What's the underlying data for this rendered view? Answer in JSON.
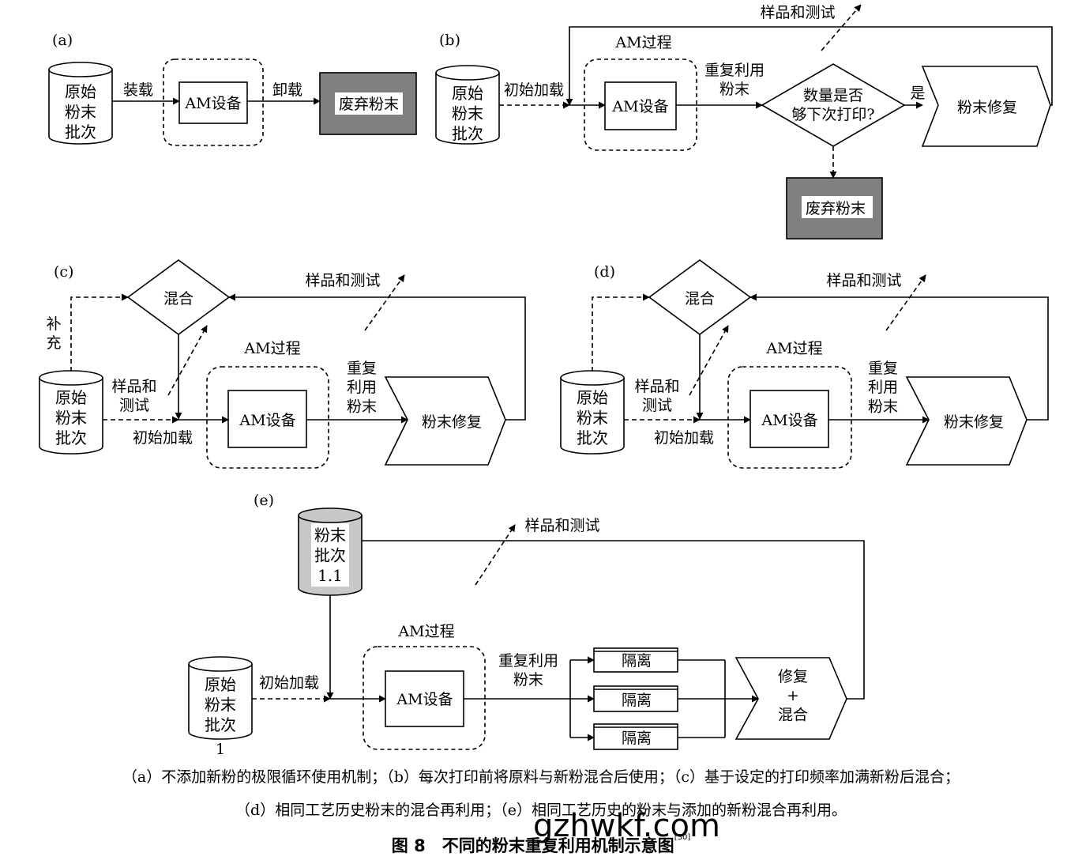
{
  "panels": {
    "a": {
      "label": "(a)",
      "cylinder": "原始\n粉末\n批次",
      "load": "装载",
      "machine": "AM设备",
      "unload": "卸载",
      "waste": "废弃粉末"
    },
    "b": {
      "label": "(b)",
      "cylinder": "原始\n粉末\n批次",
      "initial_load": "初始加载",
      "process": "AM过程",
      "machine": "AM设备",
      "reuse": "重复利用\n粉末",
      "decision": "数量是否\n够下次打印?",
      "yes": "是",
      "repair": "粉末修复",
      "samples": "样品和测试",
      "waste": "废弃粉末"
    },
    "c": {
      "label": "(c)",
      "mix": "混合",
      "samples_top": "样品和测试",
      "supplement": "补\n充",
      "cylinder": "原始\n粉末\n批次",
      "samples_mid": "样品和\n测试",
      "initial_load": "初始加载",
      "process": "AM过程",
      "machine": "AM设备",
      "reuse": "重复\n利用\n粉末",
      "repair": "粉末修复"
    },
    "d": {
      "label": "(d)",
      "mix": "混合",
      "samples_top": "样品和测试",
      "cylinder": "原始\n粉末\n批次",
      "samples_mid": "样品和\n测试",
      "initial_load": "初始加载",
      "process": "AM过程",
      "machine": "AM设备",
      "reuse": "重复\n利用\n粉末",
      "repair": "粉末修复"
    },
    "e": {
      "label": "(e)",
      "batch_top": "粉末\n批次\n1.1",
      "samples": "样品和测试",
      "process": "AM过程",
      "cylinder": "原始\n粉末\n批次",
      "cylinder_num": "1",
      "initial_load": "初始加载",
      "machine": "AM设备",
      "reuse": "重复利用\n粉末",
      "isolate1": "隔离",
      "isolate2": "隔离",
      "isolate3": "隔离",
      "repair_mix": "修复\n+\n混合"
    }
  },
  "caption": {
    "line1": "（a）不添加新粉的极限循环使用机制；（b）每次打印前将原料与新粉混合后使用；（c）基于设定的打印频率加满新粉后混合；",
    "line2": "（d）相同工艺历史粉末的混合再利用；（e）相同工艺历史的粉末与添加的新粉混合再利用。",
    "figure_title": "图 8　不同的粉末重复利用机制示意图",
    "ref": "[30]"
  },
  "watermark": "gzhwkf.com",
  "colors": {
    "waste_fill": "#808080",
    "batch_fill": "#c8c8c8"
  }
}
